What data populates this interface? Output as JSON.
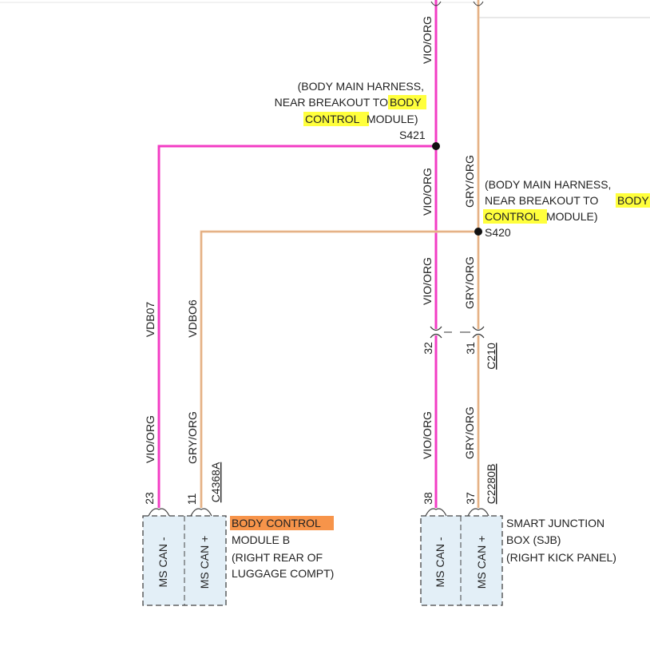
{
  "colors": {
    "vio_org_wire": "#f33cc4",
    "gry_org_wire": "#f2c9a6",
    "gry_org_wire_core": "#d89a68",
    "highlight_yellow": "#ffff3c",
    "highlight_orange": "#f7944a",
    "module_fill": "#e3eff7"
  },
  "splices": {
    "s421": {
      "note_line1": "(BODY MAIN HARNESS,",
      "note_line2a": "NEAR BREAKOUT TO ",
      "note_line2b": "BODY",
      "note_line3a": "CONTROL",
      "note_line3b": " MODULE)",
      "id": "S421"
    },
    "s420": {
      "note_line1": "(BODY MAIN HARNESS,",
      "note_line2a": "NEAR BREAKOUT TO ",
      "note_line2b": "BODY",
      "note_line3a": "CONTROL",
      "note_line3b": " MODULE)",
      "id": "S420"
    }
  },
  "wires": {
    "vio_top": "VIO/ORG",
    "vio_mid": "VIO/ORG",
    "vio_lower": "VIO/ORG",
    "vio_bottom": "VIO/ORG",
    "gry_mid": "GRY/ORG",
    "gry_lower": "GRY/ORG",
    "gry_bottom": "GRY/ORG",
    "vdb07": "VDB07",
    "vdb07_color": "VIO/ORG",
    "vdb06": "VDBO6",
    "vdb06_color": "GRY/ORG"
  },
  "connectors": {
    "c210": {
      "id": "C210",
      "pin_vio": "32",
      "pin_gry": "31"
    },
    "c4368a": {
      "id": "C4368A",
      "pin_can_minus": "23",
      "pin_can_plus": "11"
    },
    "c2280b": {
      "id": "C2280B",
      "pin_can_minus": "38",
      "pin_can_plus": "37"
    }
  },
  "modules": {
    "bcm": {
      "name_highlight": "BODY CONTROL",
      "line2": "MODULE B",
      "line3": "(RIGHT REAR OF",
      "line4": "LUGGAGE COMPT)",
      "pin_minus": "MS CAN -",
      "pin_plus": "MS CAN +"
    },
    "sjb": {
      "line1": "SMART JUNCTION",
      "line2": "BOX (SJB)",
      "line3": "(RIGHT KICK PANEL)",
      "pin_minus": "MS CAN -",
      "pin_plus": "MS CAN +"
    }
  }
}
